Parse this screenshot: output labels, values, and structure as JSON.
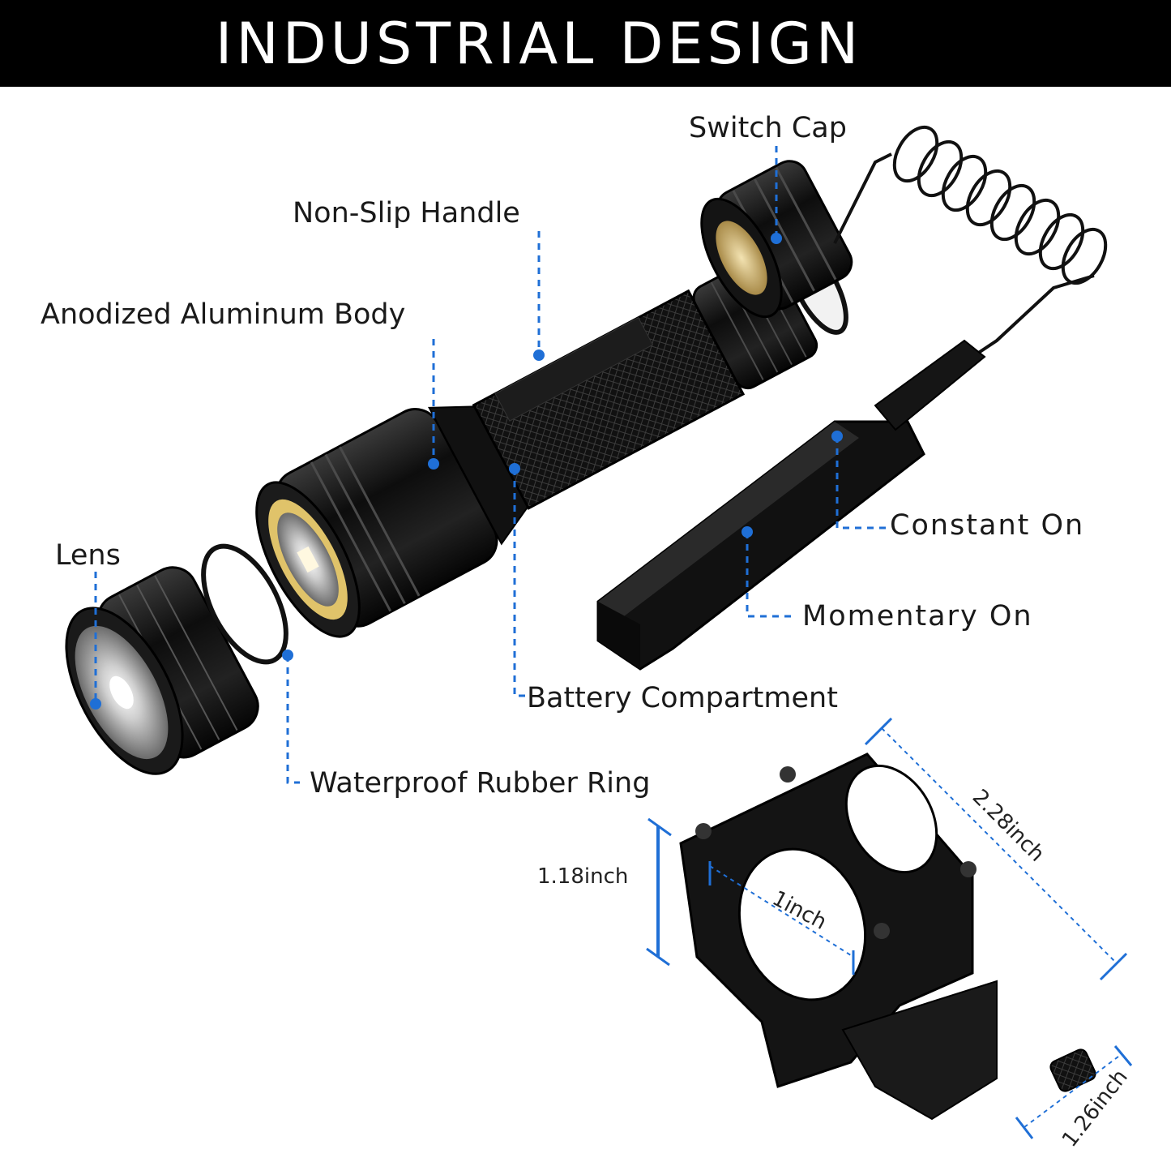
{
  "banner": {
    "title": "INDUSTRIAL DESIGN"
  },
  "labels": {
    "switch_cap": "Switch Cap",
    "non_slip_handle": "Non-Slip Handle",
    "anodized_body": "Anodized Aluminum Body",
    "lens": "Lens",
    "constant_on": "Constant On",
    "momentary_on": "Momentary On",
    "battery_compartment": "Battery Compartment",
    "rubber_ring": "Waterproof Rubber Ring"
  },
  "dimensions": {
    "length": "2.28inch",
    "height": "1.18inch",
    "diameter": "1inch",
    "rail": "1.26inch"
  },
  "colors": {
    "banner": "#000000",
    "leader_line": "#1f6fd6",
    "product": "#111111"
  }
}
